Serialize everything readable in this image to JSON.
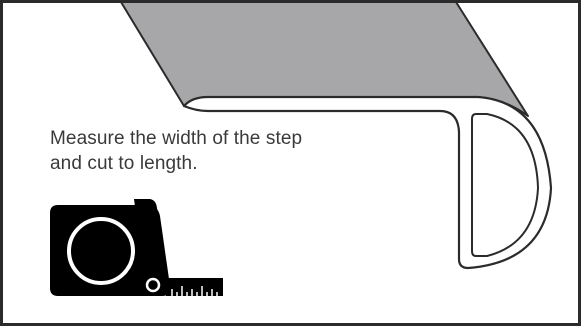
{
  "instruction": {
    "line1": "Measure the width of the step",
    "line2": "and cut to length."
  },
  "icons": {
    "stair_nosing": "stair-nosing-profile-illustration",
    "tape_measure": "tape-measure-icon"
  },
  "colors": {
    "frame_border": "#2b2b2b",
    "nosing_fill": "#a7a7a9",
    "line": "#2b2b2b",
    "text": "#3a3a3a",
    "icon": "#000000"
  }
}
